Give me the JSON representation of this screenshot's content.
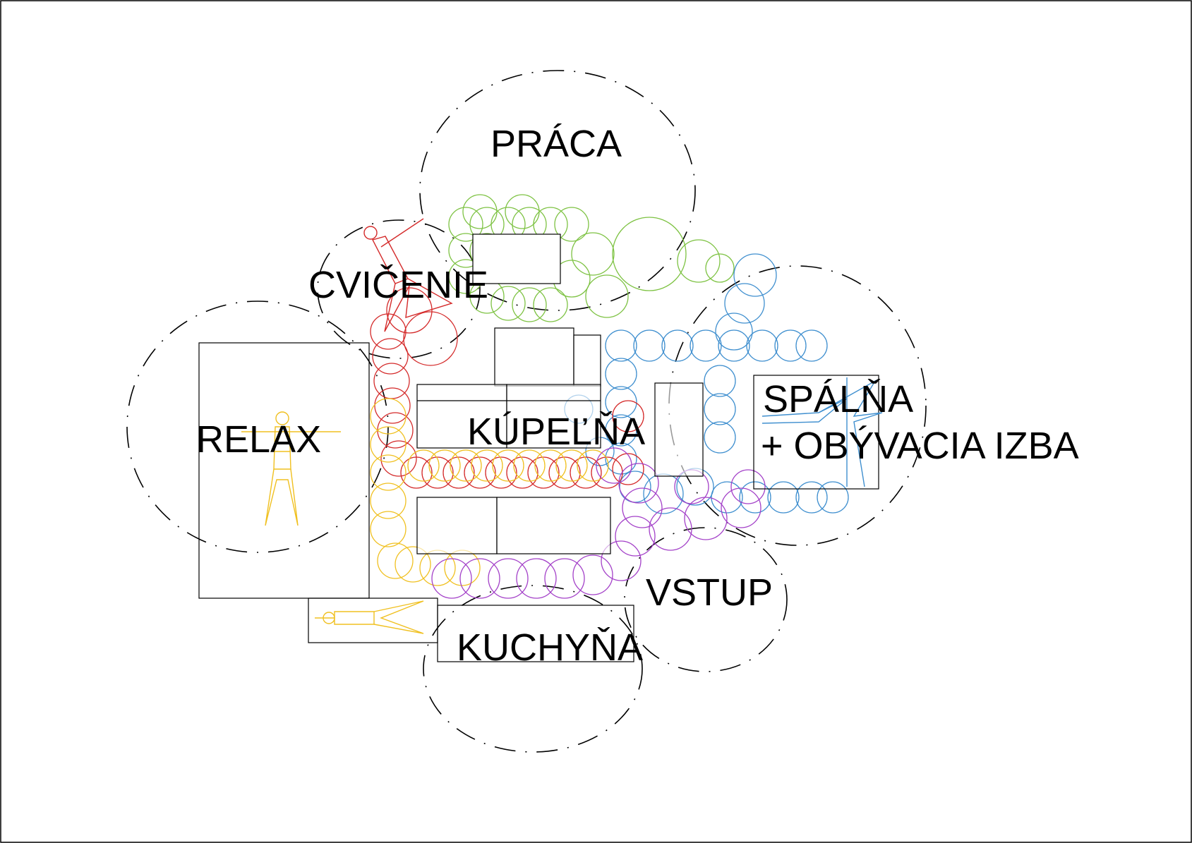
{
  "zones": {
    "praca": "PRÁCA",
    "cvicenie": "CVIČENIE",
    "relax": "RELAX",
    "kupelna": "KÚPEĽŇA",
    "spalna_line1": "SPÁLŇA",
    "spalna_line2": "+ OBÝVACIA IZBA",
    "vstup": "VSTUP",
    "kuchyna": "KUCHYŇA"
  },
  "colors": {
    "work": "#7dc242",
    "exercise": "#d42a2a",
    "relax": "#f0c020",
    "bedroom": "#3f8fcf",
    "entrance": "#a340c8",
    "outline": "#000000"
  },
  "icons": {
    "figures": "human-figure-icon"
  }
}
